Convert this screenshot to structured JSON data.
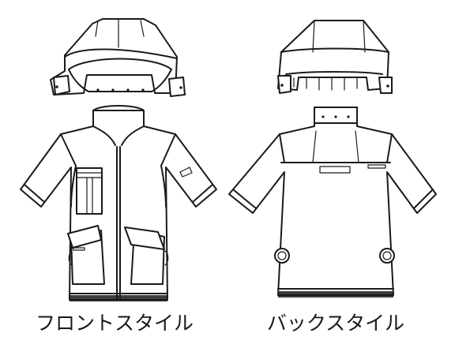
{
  "captions": {
    "front": "フロントスタイル",
    "back": "バックスタイル"
  },
  "illustrations": {
    "front": "jacket-front-drawing",
    "back": "jacket-back-drawing"
  }
}
